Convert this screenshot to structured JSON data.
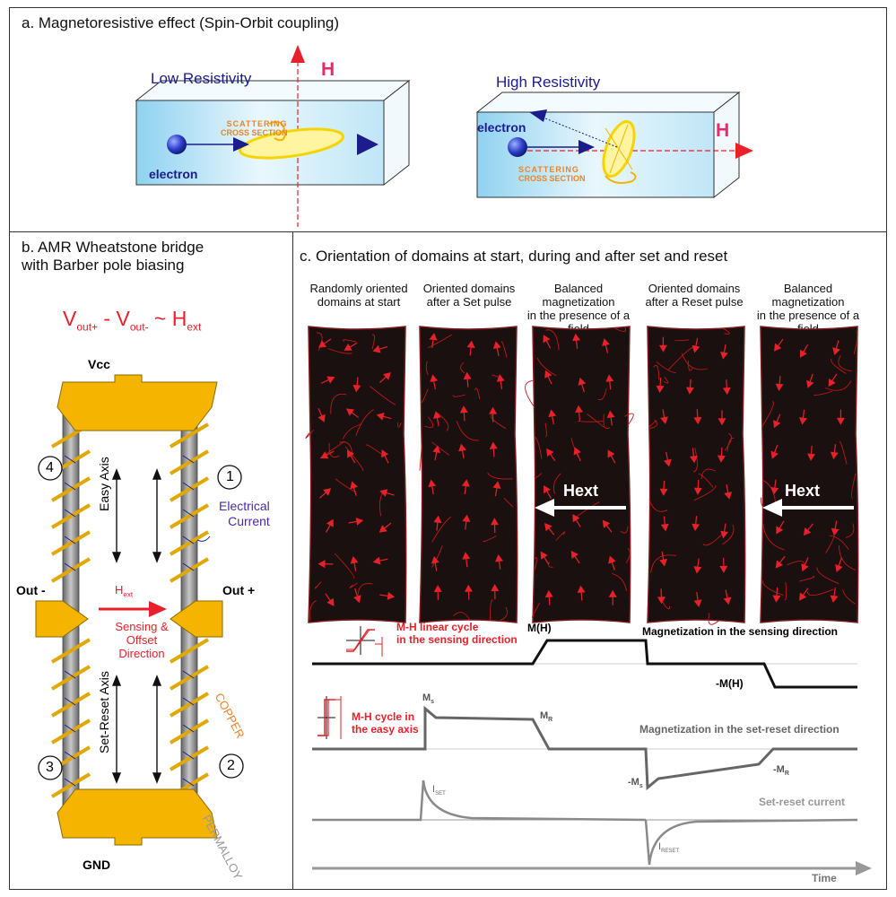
{
  "panel_a": {
    "title": "a. Magnetoresistive effect (Spin-Orbit coupling)",
    "low": {
      "label": "Low Resistivity",
      "field": "H",
      "scattering_1": "SCATTERING",
      "scattering_2": "CROSS SECTION",
      "electron": "electron"
    },
    "high": {
      "label": "High Resistivity",
      "field": "H",
      "scattering_1": "SCATTERING",
      "scattering_2": "CROSS SECTION",
      "electron": "electron"
    }
  },
  "panel_b": {
    "title_1": "b. AMR Wheatstone bridge",
    "title_2": "with Barber pole biasing",
    "formula": {
      "v": "V",
      "out_plus_sub": "out+",
      "minus": " - ",
      "out_minus_sub": "out-",
      "tilde": " ~ ",
      "h": "H",
      "ext_sub": "ext"
    },
    "vcc": "Vcc",
    "gnd": "GND",
    "out_minus": "Out -",
    "out_plus": "Out +",
    "easy_axis": "Easy Axis",
    "set_reset_axis": "Set-Reset Axis",
    "electrical_current_1": "Electrical",
    "electrical_current_2": "Current",
    "hext_h": "H",
    "hext_sub": "ext",
    "sensing_1": "Sensing &",
    "sensing_2": "Offset",
    "sensing_3": "Direction",
    "copper": "COPPER",
    "permalloy": "PERMALLOY",
    "nodes": [
      "1",
      "2",
      "3",
      "4"
    ]
  },
  "panel_c": {
    "title": "c. Orientation of domains at start, during and after set and reset",
    "columns": [
      {
        "line1": "Randomly oriented",
        "line2": "domains at start"
      },
      {
        "line1": "Oriented domains",
        "line2": "after a Set pulse"
      },
      {
        "line1": "Balanced magnetization",
        "line2": "in the presence of a field"
      },
      {
        "line1": "Oriented domains",
        "line2": "after a Reset pulse"
      },
      {
        "line1": "Balanced magnetization",
        "line2": "in the presence of a field"
      }
    ],
    "hext": "Hext",
    "mh_linear_1": "M-H linear cycle",
    "mh_linear_2": "in the sensing direction",
    "mh_easy_1": "M-H cycle in",
    "mh_easy_2": "the easy axis",
    "m_of_h": "M(H)",
    "neg_m_of_h": "-M(H)",
    "sensing_direction": "Magnetization in the sensing direction",
    "set_reset_direction": "Magnetization in the set-reset direction",
    "set_reset_current": "Set-reset current",
    "ms": {
      "m": "M",
      "sub": "s"
    },
    "mr": {
      "m": "M",
      "sub": "R"
    },
    "neg_ms": {
      "m": "-M",
      "sub": "s"
    },
    "neg_mr": {
      "m": "-M",
      "sub": "R"
    },
    "iset": {
      "i": "I",
      "sub": "SET"
    },
    "ireset": {
      "i": "I",
      "sub": "RESET"
    },
    "time": "Time"
  },
  "colors": {
    "red": "#e8202a",
    "navy": "#1c1c8c",
    "gold": "#f5b400",
    "orange": "#e8842a",
    "gray": "#8a8a8a",
    "dark": "#1a1a1a"
  }
}
